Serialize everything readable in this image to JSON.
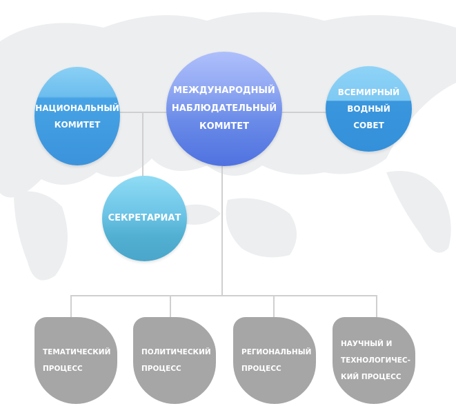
{
  "nodes": {
    "international": {
      "lines": [
        "МЕЖДУНАРОДНЫЙ",
        "НАБЛЮДАТЕЛЬНЫЙ",
        "КОМИТЕТ"
      ]
    },
    "national": {
      "lines": [
        "НАЦИОНАЛЬНЫЙ",
        "КОМИТЕТ"
      ]
    },
    "water_council": {
      "lines": [
        "ВСЕМИРНЫЙ",
        "ВОДНЫЙ",
        "СОВЕТ"
      ]
    },
    "secretariat": {
      "lines": [
        "СЕКРЕТАРИАТ"
      ]
    }
  },
  "processes": [
    {
      "lines": [
        "ТЕМАТИЧЕСКИЙ",
        "ПРОЦЕСС"
      ]
    },
    {
      "lines": [
        "ПОЛИТИЧЕСКИЙ",
        "ПРОЦЕСС"
      ]
    },
    {
      "lines": [
        "РЕГИОНАЛЬНЫЙ",
        "ПРОЦЕСС"
      ]
    },
    {
      "lines": [
        "НАУЧНЫЙ И",
        "ТЕХНОЛОГИЧЕС-",
        "КИЙ ПРОЦЕСС"
      ]
    }
  ],
  "colors": {
    "connector": "#cfcfcf",
    "process": "#a6a6a6",
    "international": "#5b7fe3",
    "national": "#3f9de0",
    "water": "#3795dc",
    "secretariat": "#5ab6d8"
  }
}
